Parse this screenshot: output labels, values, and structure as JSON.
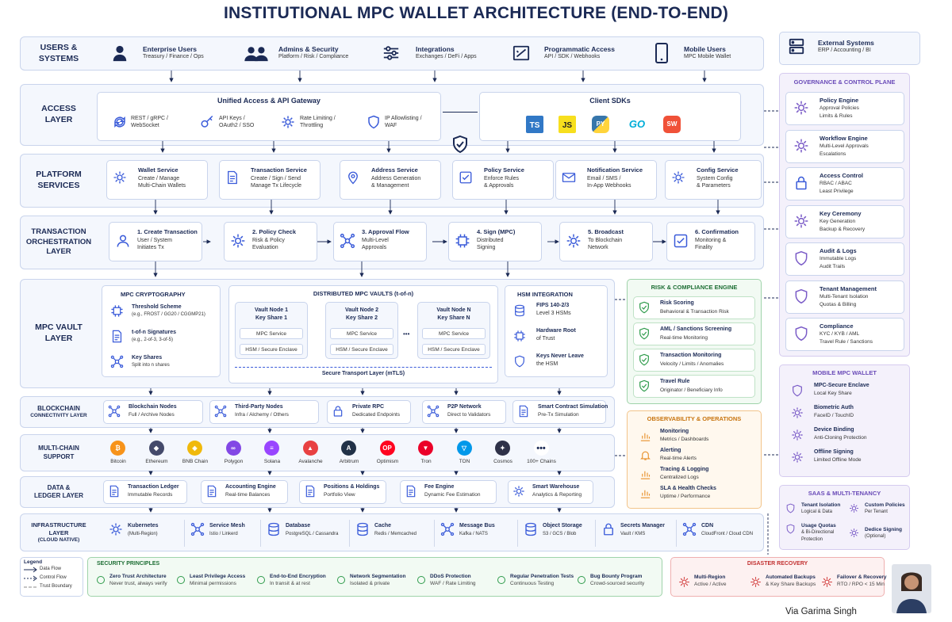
{
  "title": "INSTITUTIONAL MPC WALLET ARCHITECTURE (END-TO-END)",
  "layers": {
    "users": [
      "USERS &",
      "SYSTEMS"
    ],
    "access": [
      "ACCESS",
      "LAYER"
    ],
    "platform": [
      "PLATFORM",
      "SERVICES"
    ],
    "txn": [
      "TRANSACTION",
      "ORCHESTRATION",
      "LAYER"
    ],
    "vault": [
      "MPC VAULT",
      "LAYER"
    ],
    "chain": [
      "BLOCKCHAIN",
      "CONNECTIVITY LAYER"
    ],
    "multi": [
      "MULTI-CHAIN",
      "SUPPORT"
    ],
    "data": [
      "DATA &",
      "LEDGER LAYER"
    ],
    "infra": [
      "INFRASTRUCTURE",
      "LAYER",
      "(CLOUD NATIVE)"
    ]
  },
  "users": [
    {
      "t": "Enterprise Users",
      "s": "Treasury / Finance / Ops",
      "icon": "person-icon"
    },
    {
      "t": "Admins & Security",
      "s": "Platform / Risk / Compliance",
      "icon": "group-icon"
    },
    {
      "t": "Integrations",
      "s": "Exchanges / DeFi / Apps",
      "icon": "sliders-icon"
    },
    {
      "t": "Programmatic Access",
      "s": "API / SDK / Webhooks",
      "icon": "api-icon"
    },
    {
      "t": "Mobile Users",
      "s": "MPC Mobile Wallet",
      "icon": "phone-icon"
    }
  ],
  "external": {
    "t": "External Systems",
    "s": "ERP / Accounting / BI"
  },
  "gateway": {
    "title": "Unified Access & API Gateway",
    "items": [
      {
        "a": "REST / gRPC /",
        "b": "WebSocket"
      },
      {
        "a": "API Keys /",
        "b": "OAuth2 / SSO"
      },
      {
        "a": "Rate Limiting /",
        "b": "Throttling"
      },
      {
        "a": "IP Allowlisting /",
        "b": "WAF"
      }
    ]
  },
  "sdks": {
    "title": "Client SDKs",
    "langs": [
      "TS",
      "JS",
      "PY",
      "GO",
      "SW"
    ]
  },
  "services": [
    {
      "t": "Wallet Service",
      "a": "Create / Manage",
      "b": "Multi-Chain Wallets"
    },
    {
      "t": "Transaction Service",
      "a": "Create / Sign / Send",
      "b": "Manage Tx Lifecycle"
    },
    {
      "t": "Address Service",
      "a": "Address Generation",
      "b": "& Management"
    },
    {
      "t": "Policy Service",
      "a": "Enforce Rules",
      "b": "& Approvals"
    },
    {
      "t": "Notification Service",
      "a": "Email / SMS /",
      "b": "In-App Webhooks"
    },
    {
      "t": "Config Service",
      "a": "System Config",
      "b": "& Parameters"
    }
  ],
  "steps": [
    {
      "t": "1. Create Transaction",
      "a": "User / System",
      "b": "Initiates Tx"
    },
    {
      "t": "2. Policy Check",
      "a": "Risk & Policy",
      "b": "Evaluation"
    },
    {
      "t": "3. Approval Flow",
      "a": "Multi-Level",
      "b": "Approvals"
    },
    {
      "t": "4. Sign (MPC)",
      "a": "Distributed",
      "b": "Signing"
    },
    {
      "t": "5. Broadcast",
      "a": "To Blockchain",
      "b": "Network"
    },
    {
      "t": "6. Confirmation",
      "a": "Monitoring &",
      "b": "Finality"
    }
  ],
  "mpc": {
    "title": "MPC CRYPTOGRAPHY",
    "items": [
      {
        "t": "Threshold Scheme",
        "a": "(e.g., FROST / GG20 / CGGMP21)"
      },
      {
        "t": "t-of-n Signatures",
        "a": "(e.g., 2-of-3, 3-of-5)"
      },
      {
        "t": "Key Shares",
        "a": "Split into n shares"
      }
    ]
  },
  "vaults": {
    "title": "DISTRIBUTED MPC VAULTS (t-of-n)",
    "nodes": [
      {
        "a": "Vault Node 1",
        "b": "Key Share 1"
      },
      {
        "a": "Vault Node 2",
        "b": "Key Share 2"
      },
      {
        "a": "Vault Node N",
        "b": "Key Share N"
      }
    ],
    "svc": "MPC Service",
    "hsm": "HSM / Secure Enclave",
    "dots": "•••",
    "transport": "Secure Transport Layer (mTLS)"
  },
  "hsm": {
    "title": "HSM INTEGRATION",
    "items": [
      {
        "a": "FIPS 140-2/3",
        "b": "Level 3 HSMs"
      },
      {
        "a": "Hardware Root",
        "b": "of Trust"
      },
      {
        "a": "Keys Never Leave",
        "b": "the HSM"
      }
    ]
  },
  "chain": [
    {
      "a": "Blockchain Nodes",
      "b": "Full / Archive Nodes"
    },
    {
      "a": "Third-Party Nodes",
      "b": "Infra / Alchemy / Others"
    },
    {
      "a": "Private RPC",
      "b": "Dedicated Endpoints"
    },
    {
      "a": "P2P Network",
      "b": "Direct to Validators"
    },
    {
      "a": "Smart Contract Simulation",
      "b": "Pre-Tx Simulation"
    }
  ],
  "coins": [
    {
      "n": "Bitcoin",
      "c": "#f7931a",
      "g": "₿"
    },
    {
      "n": "Ethereum",
      "c": "#444a6b",
      "g": "◆"
    },
    {
      "n": "BNB Chain",
      "c": "#f0b90b",
      "g": "◈"
    },
    {
      "n": "Polygon",
      "c": "#8247e5",
      "g": "∞"
    },
    {
      "n": "Solana",
      "c": "#9945ff",
      "g": "≡"
    },
    {
      "n": "Avalanche",
      "c": "#e84142",
      "g": "▲"
    },
    {
      "n": "Arbitrum",
      "c": "#213147",
      "g": "A"
    },
    {
      "n": "Optimism",
      "c": "#ff0420",
      "g": "OP"
    },
    {
      "n": "Tron",
      "c": "#eb0029",
      "g": "▼"
    },
    {
      "n": "TON",
      "c": "#0098ea",
      "g": "▽"
    },
    {
      "n": "Cosmos",
      "c": "#2e3148",
      "g": "✦"
    },
    {
      "n": "100+ Chains",
      "c": "#ffffff",
      "g": "•••"
    }
  ],
  "data": [
    {
      "a": "Transaction Ledger",
      "b": "Immutable Records"
    },
    {
      "a": "Accounting Engine",
      "b": "Real-time Balances"
    },
    {
      "a": "Positions & Holdings",
      "b": "Portfolio View"
    },
    {
      "a": "Fee Engine",
      "b": "Dynamic Fee Estimation"
    },
    {
      "a": "Smart Warehouse",
      "b": "Analytics & Reporting"
    }
  ],
  "infra": [
    {
      "a": "Kubernetes",
      "b": "(Multi-Region)"
    },
    {
      "a": "Service Mesh",
      "b": "Istio / Linkerd"
    },
    {
      "a": "Database",
      "b": "PostgreSQL / Cassandra"
    },
    {
      "a": "Cache",
      "b": "Redis / Memcached"
    },
    {
      "a": "Message Bus",
      "b": "Kafka / NATS"
    },
    {
      "a": "Object Storage",
      "b": "S3 / GCS / Blob"
    },
    {
      "a": "Secrets Manager",
      "b": "Vault / KMS"
    },
    {
      "a": "CDN",
      "b": "CloudFront / Cloud CDN"
    }
  ],
  "gov": {
    "title": "GOVERNANCE & CONTROL PLANE",
    "items": [
      {
        "t": "Policy Engine",
        "a": "Approval Policies",
        "b": "Limits & Rules"
      },
      {
        "t": "Workflow Engine",
        "a": "Multi-Level Approvals",
        "b": "Escalations"
      },
      {
        "t": "Access Control",
        "a": "RBAC / ABAC",
        "b": "Least Privilege"
      },
      {
        "t": "Key Ceremony",
        "a": "Key Generation",
        "b": "Backup & Recovery"
      },
      {
        "t": "Audit & Logs",
        "a": "Immutable Logs",
        "b": "Audit Trails"
      },
      {
        "t": "Tenant Management",
        "a": "Multi-Tenant Isolation",
        "b": "Quotas & Billing"
      },
      {
        "t": "Compliance",
        "a": "KYC / KYB / AML",
        "b": "Travel Rule / Sanctions"
      }
    ]
  },
  "risk": {
    "title": "RISK & COMPLIANCE ENGINE",
    "items": [
      {
        "t": "Risk Scoring",
        "a": "Behavioral & Transaction Risk"
      },
      {
        "t": "AML / Sanctions Screening",
        "a": "Real-time Monitoring"
      },
      {
        "t": "Transaction Monitoring",
        "a": "Velocity / Limits / Anomalies"
      },
      {
        "t": "Travel Rule",
        "a": "Originator / Beneficiary Info"
      }
    ]
  },
  "obs": {
    "title": "OBSERVABILITY & OPERATIONS",
    "items": [
      {
        "t": "Monitoring",
        "a": "Metrics / Dashboards"
      },
      {
        "t": "Alerting",
        "a": "Real-time Alerts"
      },
      {
        "t": "Tracing & Logging",
        "a": "Centralized Logs"
      },
      {
        "t": "SLA & Health Checks",
        "a": "Uptime / Performance"
      }
    ]
  },
  "mobile": {
    "title": "MOBILE MPC WALLET",
    "items": [
      {
        "t": "MPC-Secure Enclave",
        "a": "Local Key Share"
      },
      {
        "t": "Biometric Auth",
        "a": "FaceID / TouchID"
      },
      {
        "t": "Device Binding",
        "a": "Anti-Cloning Protection"
      },
      {
        "t": "Offline Signing",
        "a": "Limited Offline Mode"
      }
    ]
  },
  "saas": {
    "title": "SAAS & MULTI-TENANCY",
    "items": [
      {
        "a": "Tenant Isolation",
        "b": "Logical & Data"
      },
      {
        "a": "Custom Policies",
        "b": "Per Tenant"
      },
      {
        "a": "Usage Quotas",
        "b": "& Bi-Directional",
        "c": "Protection"
      },
      {
        "a": "Dedice Signing",
        "b": "(Optional)"
      }
    ]
  },
  "legend": {
    "title": "Legend",
    "items": [
      "Data Flow",
      "Control Flow",
      "Trust Boundary"
    ]
  },
  "security": {
    "title": "SECURITY PRINCIPLES",
    "items": [
      {
        "a": "Zero Trust Architecture",
        "b": "Never trust, always verify"
      },
      {
        "a": "Least Privilege Access",
        "b": "Minimal permissions"
      },
      {
        "a": "End-to-End Encryption",
        "b": "In transit & at rest"
      },
      {
        "a": "Network Segmentation",
        "b": "Isolated & private"
      },
      {
        "a": "DDoS Protection",
        "b": "WAF / Rate Limiting"
      },
      {
        "a": "Regular Penetration Tests",
        "b": "Continuous Testing"
      },
      {
        "a": "Bug Bounty Program",
        "b": "Crowd-sourced security"
      }
    ]
  },
  "dr": {
    "title": "DISASTER RECOVERY",
    "items": [
      {
        "a": "Multi-Region",
        "b": "Active / Active"
      },
      {
        "a": "Automated Backups",
        "b": "& Key Share Backups"
      },
      {
        "a": "Failover & Recovery",
        "b": "RTO / RPO < 15 Min"
      }
    ]
  },
  "credit": "Via Garima Singh",
  "colors": {
    "navy": "#1b2a55",
    "blue": "#3a5bd9",
    "green": "#2e9b4b",
    "orange": "#e8902a",
    "red": "#d23b3b",
    "purple": "#7a5bc7"
  }
}
